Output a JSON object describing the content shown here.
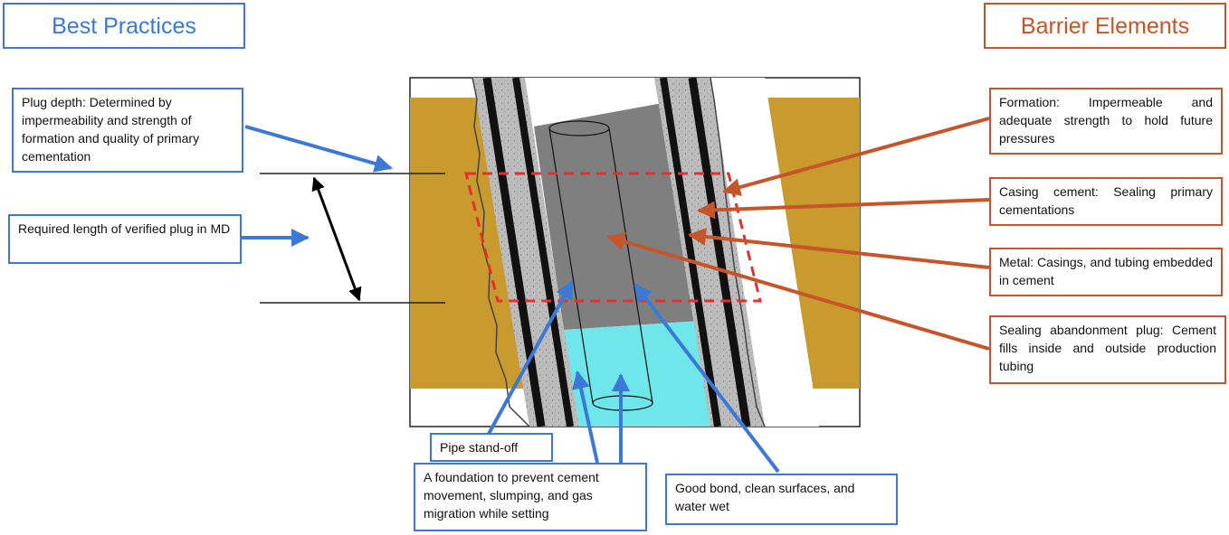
{
  "headers": {
    "left": "Best Practices",
    "right": "Barrier Elements"
  },
  "best_practices": [
    "Plug depth: Determined by impermeability and strength of formation and quality of primary cementation",
    "Required length of verified plug in MD",
    "Pipe stand-off",
    "A foundation to prevent cement movement, slumping, and gas migration while setting",
    "Good bond, clean surfaces, and water wet"
  ],
  "barrier_elements": [
    "Formation: Impermeable and adequate strength to hold future pressures",
    "Casing cement: Sealing primary cementations",
    "Metal: Casings, and tubing embedded in cement",
    "Sealing abandonment plug: Cement fills inside and outside production tubing"
  ],
  "colors": {
    "blue": "#3b78d8",
    "orange": "#c6552a",
    "formation": "#c99a2e",
    "plug_cement": "#7f7f7f",
    "fluid": "#6fe6ea",
    "plug_outline": "#e8302a"
  }
}
